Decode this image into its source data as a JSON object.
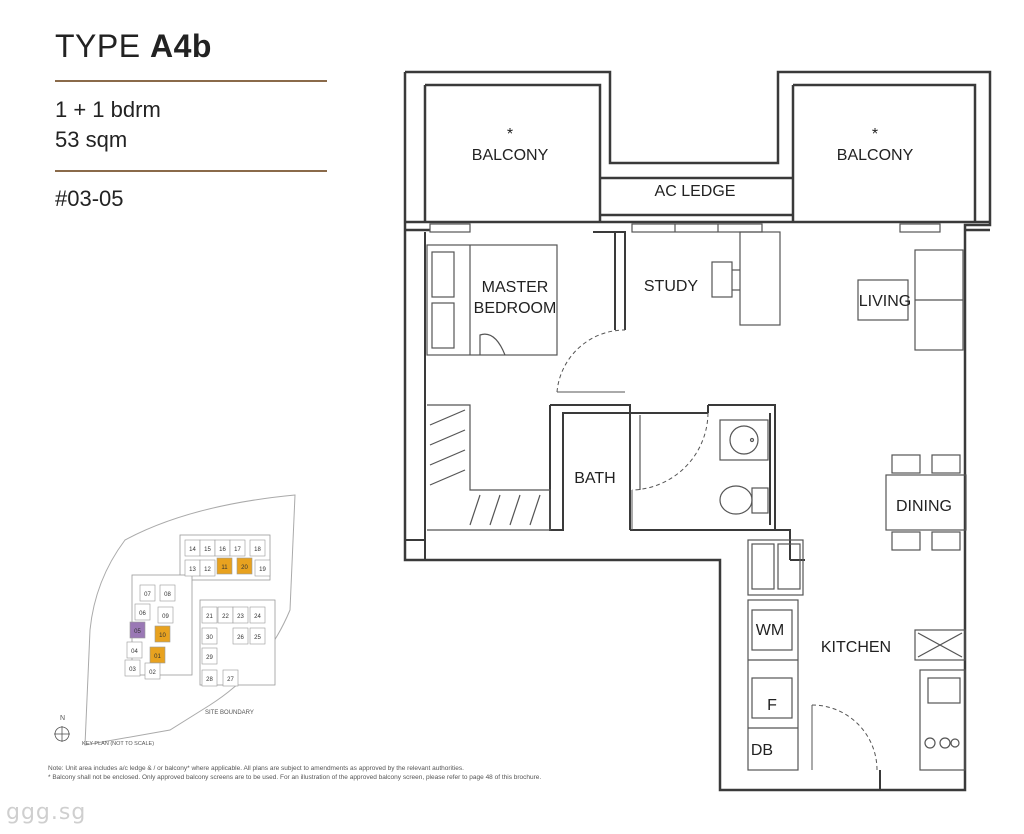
{
  "header": {
    "type_prefix": "TYPE",
    "type_code": "A4b",
    "bedrooms": "1 + 1 bdrm",
    "area": "53 sqm",
    "unit_number": "#03-05"
  },
  "plan": {
    "rooms": {
      "balcony_left": "BALCONY",
      "balcony_right": "BALCONY",
      "balcony_mark": "*",
      "ac_ledge": "AC LEDGE",
      "master_bedroom_line1": "MASTER",
      "master_bedroom_line2": "BEDROOM",
      "study": "STUDY",
      "living": "LIVING",
      "bath": "BATH",
      "dining": "DINING",
      "kitchen": "KITCHEN",
      "wm": "WM",
      "fridge": "F",
      "db": "DB"
    }
  },
  "key_plan": {
    "units": [
      "14",
      "15",
      "16",
      "17",
      "18",
      "13",
      "12",
      "11",
      "20",
      "19",
      "07",
      "08",
      "06",
      "09",
      "05",
      "10",
      "04",
      "01",
      "03",
      "02",
      "21",
      "22",
      "23",
      "24",
      "30",
      "26",
      "25",
      "29",
      "28",
      "27"
    ],
    "highlighted_units": [
      "11",
      "20",
      "10",
      "01"
    ],
    "current_unit": "05",
    "north_label": "N",
    "site_boundary": "SITE BOUNDARY",
    "caption": "KEY PLAN (NOT TO SCALE)",
    "highlight_color": "#e8a21f",
    "current_color": "#9a78b5"
  },
  "notes": {
    "line1": "Note: Unit area includes a/c ledge & / or balcony* where applicable. All plans are subject to amendments as approved by the relevant authorities.",
    "line2": "* Balcony shall not be enclosed. Only approved balcony screens are to be used. For an illustration of the approved balcony screen, please refer to page 48 of this brochure."
  },
  "watermark": "ggg.sg"
}
